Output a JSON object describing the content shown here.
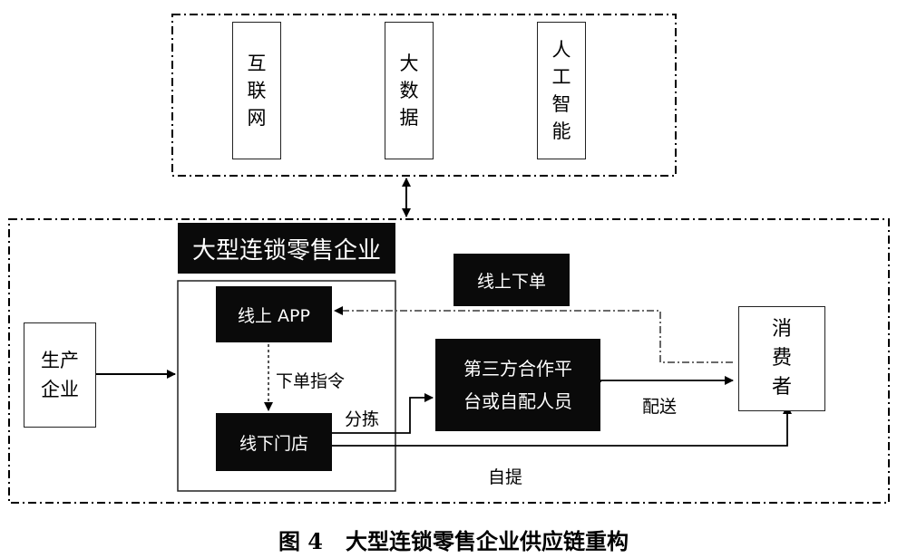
{
  "top_group": {
    "internet": "互\n联\n网",
    "big_data": "大\n数\n据",
    "ai": "人\n工\n智\n能"
  },
  "enterprise_title": "大型连锁零售企业",
  "nodes": {
    "producer": "生产\n企业",
    "online_app": "线上 APP",
    "offline_store": "线下门店",
    "third_party": "第三方合作平\n台或自配人员",
    "consumer": "消\n费\n者"
  },
  "labels": {
    "online_order": "线上下单",
    "order_instruction": "下单指令",
    "sorting": "分拣",
    "delivery": "配送",
    "self_pickup": "自提"
  },
  "caption": "图 4   大型连锁零售企业供应链重构",
  "colors": {
    "ink": "#000000",
    "dark_fill": "#0a0a0a",
    "background": "#ffffff"
  }
}
